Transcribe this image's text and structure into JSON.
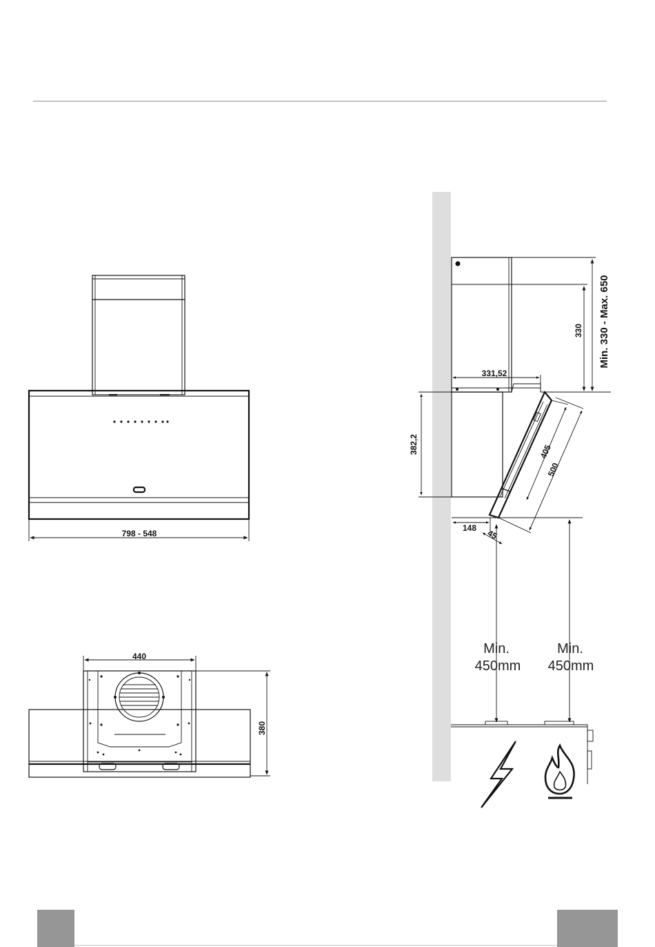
{
  "dimensions": {
    "front_width": "798 - 548",
    "top_width": "440",
    "top_depth": "380",
    "side_chimney": "330",
    "side_chimney_range": "Min. 330 - Max. 650",
    "side_chimney_depth": "331,52",
    "side_body_height": "382,2",
    "side_panel_inner": "405",
    "side_panel_outer": "500",
    "side_offset": "148",
    "side_tilt": "45"
  },
  "clearances": {
    "electric_line1": "Min.",
    "electric_line2": "450mm",
    "gas_line1": "Min.",
    "gas_line2": "450mm"
  },
  "icons": {
    "electric": "lightning-bolt-icon",
    "gas": "flame-icon"
  },
  "colors": {
    "wall": "#dedede",
    "corner_tab": "#969696",
    "line": "#111111"
  }
}
